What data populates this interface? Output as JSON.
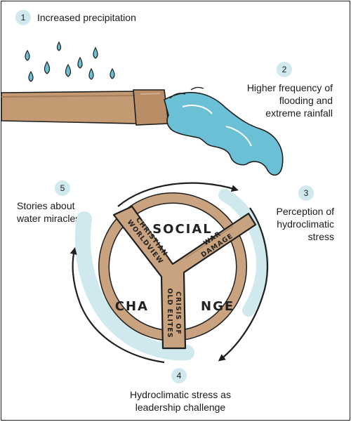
{
  "steps": [
    {
      "number": "1",
      "text": "Increased precipitation"
    },
    {
      "number": "2",
      "lines": [
        "Higher frequency of",
        "flooding and",
        "extreme rainfall"
      ]
    },
    {
      "number": "3",
      "lines": [
        "Perception of",
        "hydroclimatic",
        "stress"
      ]
    },
    {
      "number": "4",
      "lines": [
        "Hydroclimatic stress as",
        "leadership challenge"
      ]
    },
    {
      "number": "5",
      "lines": [
        "Stories about",
        "water miracles"
      ]
    }
  ],
  "center": {
    "word_top": "SOCIAL",
    "word_left": "CHA",
    "word_right": "NGE",
    "branch_left": [
      "CHRISTIAN",
      "WORLDVIEW"
    ],
    "branch_right": [
      "WAR",
      "DAMAGE"
    ],
    "branch_bottom": [
      "CRISIS OF",
      "OLD ELITES"
    ]
  },
  "colors": {
    "water": "#6cc0d6",
    "water_light": "#cfe9ef",
    "pipe": "#c39a72",
    "ring": "#c9a37f",
    "outline": "#1f1f1f"
  }
}
